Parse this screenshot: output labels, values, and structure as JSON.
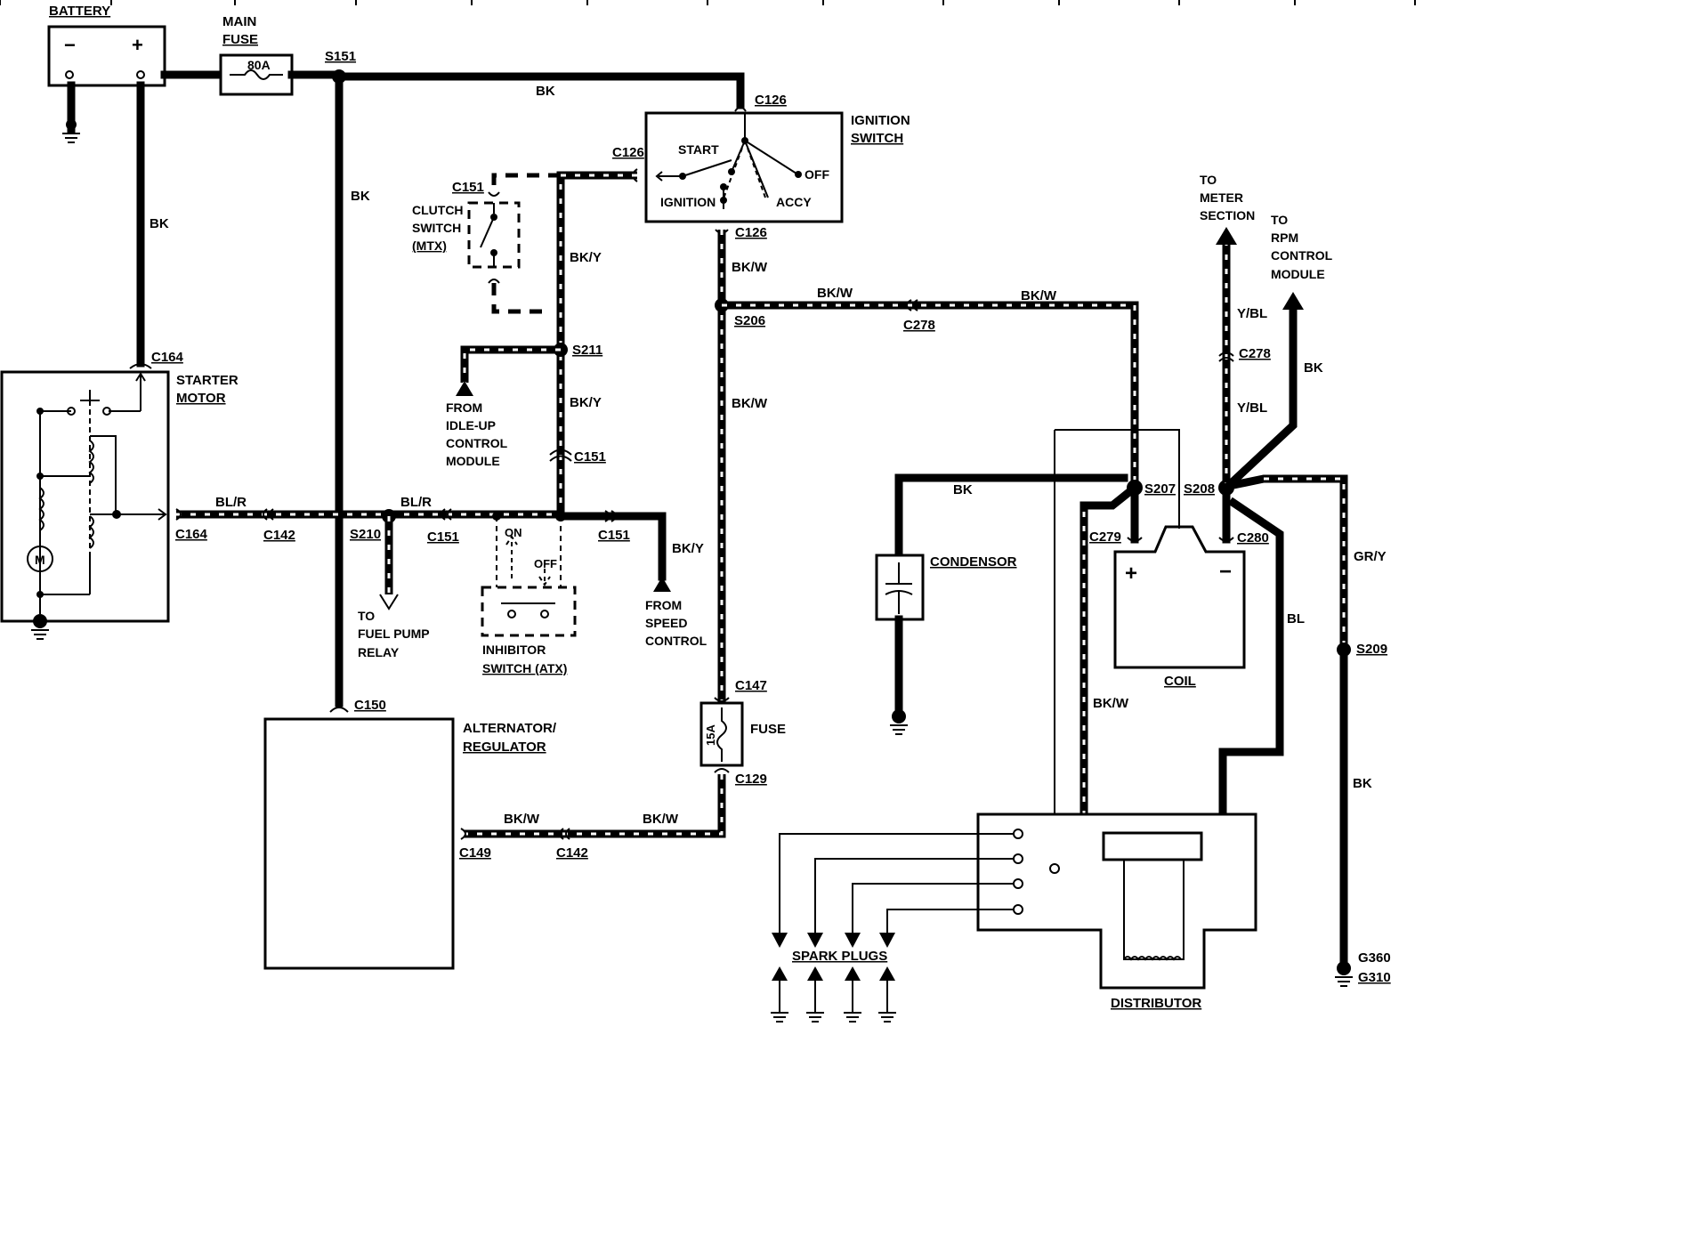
{
  "components": {
    "battery": {
      "label": "BATTERY",
      "neg": "−",
      "pos": "+"
    },
    "main_fuse": {
      "label_1": "MAIN",
      "label_2": "FUSE",
      "rating": "80A"
    },
    "ignition_switch": {
      "label_1": "IGNITION",
      "label_2": "SWITCH",
      "start": "START",
      "off": "OFF",
      "ignition": "IGNITION",
      "accy": "ACCY"
    },
    "clutch_switch": {
      "label_1": "CLUTCH",
      "label_2": "SWITCH",
      "label_3": "(MTX)"
    },
    "starter_motor": {
      "label_1": "STARTER",
      "label_2": "MOTOR",
      "motor": "M"
    },
    "inhibitor_switch": {
      "label_1": "INHIBITOR",
      "label_2": "SWITCH (ATX)",
      "on": "ON",
      "off": "OFF"
    },
    "alternator": {
      "label_1": "ALTERNATOR/",
      "label_2": "REGULATOR"
    },
    "fuse_15a": {
      "label": "FUSE",
      "rating": "15A"
    },
    "condensor": {
      "label": "CONDENSOR"
    },
    "coil": {
      "label": "COIL",
      "pos": "+",
      "neg": "−"
    },
    "distributor": {
      "label": "DISTRIBUTOR"
    },
    "spark_plugs": {
      "label": "SPARK PLUGS"
    }
  },
  "connectors": {
    "s151": "S151",
    "c126_top": "C126",
    "c126_left": "C126",
    "c126_bottom": "C126",
    "c151_clutch": "C151",
    "s211": "S211",
    "c151_mid": "C151",
    "c164_top": "C164",
    "c164_side": "C164",
    "c142_left": "C142",
    "s210": "S210",
    "c151_left": "C151",
    "c151_right": "C151",
    "s206": "S206",
    "c278_h": "C278",
    "c278_v": "C278",
    "s207": "S207",
    "s208": "S208",
    "c279": "C279",
    "c280": "C280",
    "s209": "S209",
    "c147": "C147",
    "c129": "C129",
    "c150": "C150",
    "c149": "C149",
    "c142_bottom": "C142",
    "g360": "G360",
    "g310": "G310"
  },
  "wire_colors": {
    "bk_1": "BK",
    "bk_2": "BK",
    "bk_3": "BK",
    "bk_4": "BK",
    "bk_5": "BK",
    "bk_6": "BK",
    "bky_1": "BK/Y",
    "bky_2": "BK/Y",
    "bky_3": "BK/Y",
    "bkw_1": "BK/W",
    "bkw_2": "BK/W",
    "bkw_3": "BK/W",
    "bkw_4": "BK/W",
    "bkw_5": "BK/W",
    "bkw_6": "BK/W",
    "bkw_7": "BK/W",
    "blr_1": "BL/R",
    "blr_2": "BL/R",
    "ybl_1": "Y/BL",
    "ybl_2": "Y/BL",
    "bl": "BL",
    "gry": "GR/Y"
  },
  "notes": {
    "idle_up_1": "FROM",
    "idle_up_2": "IDLE-UP",
    "idle_up_3": "CONTROL",
    "idle_up_4": "MODULE",
    "fuel_pump_1": "TO",
    "fuel_pump_2": "FUEL PUMP",
    "fuel_pump_3": "RELAY",
    "speed_1": "FROM",
    "speed_2": "SPEED",
    "speed_3": "CONTROL",
    "meter_1": "TO",
    "meter_2": "METER",
    "meter_3": "SECTION",
    "rpm_1": "TO",
    "rpm_2": "RPM",
    "rpm_3": "CONTROL",
    "rpm_4": "MODULE"
  }
}
